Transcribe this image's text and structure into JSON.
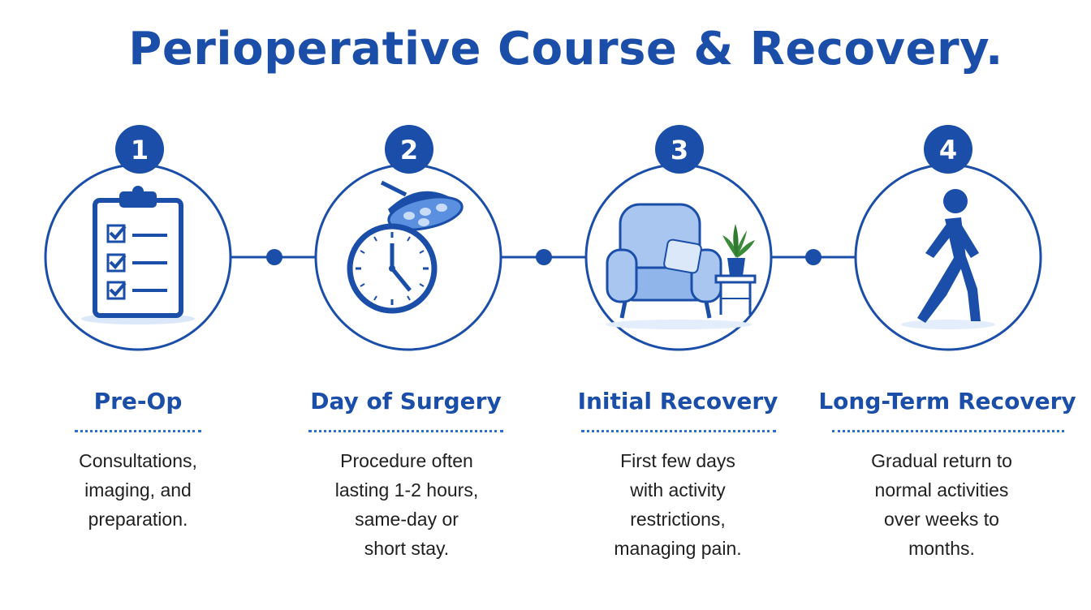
{
  "title": "Perioperative Course & Recovery.",
  "colors": {
    "primary": "#1a4ea8",
    "accent": "#5b8fe0",
    "light": "#c9dcf7",
    "text": "#1f1f1f"
  },
  "steps": [
    {
      "number": "1",
      "title": "Pre-Op",
      "icon": "clipboard-checklist-icon",
      "desc": [
        "Consultations,",
        "imaging, and",
        "preparation."
      ]
    },
    {
      "number": "2",
      "title": "Day of Surgery",
      "icon": "surgical-light-clock-icon",
      "desc": [
        "Procedure often",
        "lasting 1-2 hours,",
        "same-day or",
        "short stay."
      ]
    },
    {
      "number": "3",
      "title": "Initial Recovery",
      "icon": "armchair-plant-icon",
      "desc": [
        "First few days",
        "with activity",
        "restrictions,",
        "managing pain."
      ]
    },
    {
      "number": "4",
      "title": "Long-Term Recovery",
      "icon": "walking-person-icon",
      "desc": [
        "Gradual return to",
        "normal activities",
        "over weeks to",
        "months."
      ]
    }
  ]
}
